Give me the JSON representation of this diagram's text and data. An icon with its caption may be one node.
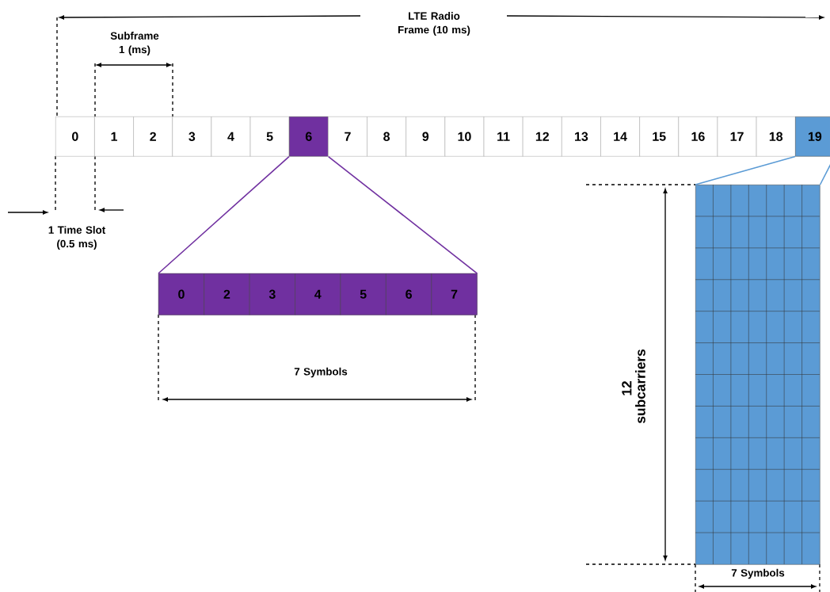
{
  "diagram": {
    "nodes": [
      {
        "text": [
          "0"
        ]
      },
      {
        "text": [
          "1"
        ]
      },
      {
        "text": [
          "2"
        ]
      },
      {
        "text": [
          "3"
        ]
      },
      {
        "text": [
          "4"
        ]
      },
      {
        "text": [
          "5"
        ]
      },
      {
        "text": [
          "6"
        ]
      },
      {
        "text": [
          "7"
        ]
      },
      {
        "text": [
          "8"
        ]
      },
      {
        "text": [
          "9"
        ]
      },
      {
        "text": [
          "10"
        ]
      },
      {
        "text": [
          "11"
        ]
      },
      {
        "text": [
          "12"
        ]
      },
      {
        "text": [
          "13"
        ]
      },
      {
        "text": [
          "14"
        ]
      },
      {
        "text": [
          "15"
        ]
      },
      {
        "text": [
          "16"
        ]
      },
      {
        "text": [
          "17"
        ]
      },
      {
        "text": [
          "18"
        ]
      },
      {
        "text": [
          "19"
        ]
      },
      {
        "text": [],
        "shape": "bar"
      },
      {
        "text": [
          "0"
        ],
        "in": 20
      },
      {
        "text": [
          "2"
        ],
        "in": 20
      },
      {
        "text": [
          "3"
        ],
        "in": 20
      },
      {
        "text": [
          "4"
        ],
        "in": 20
      },
      {
        "text": [
          "5"
        ],
        "in": 20
      },
      {
        "text": [
          "6"
        ],
        "in": 20
      },
      {
        "text": [
          "7"
        ],
        "in": 20
      },
      {
        "text": [],
        "shape": "box"
      }
    ],
    "edges": [
      {
        "from": 6,
        "to": 20,
        "arrow": "none",
        "color": "#7030a0"
      },
      {
        "from": 6,
        "to": 20,
        "arrow": "none",
        "color": "#7030a0"
      },
      {
        "from": 19,
        "to": 28,
        "arrow": "none",
        "color": "#5b9bd5"
      },
      {
        "from": 19,
        "to": 28,
        "arrow": "none",
        "color": "#5b9bd5"
      }
    ],
    "labels": [
      "LTE Radio Frame (10 ms)",
      "Subframe 1 (ms)",
      "1 Time Slot (0.5 ms)",
      "7 Symbols",
      "12 subcarriers",
      "7 Symbols"
    ]
  }
}
